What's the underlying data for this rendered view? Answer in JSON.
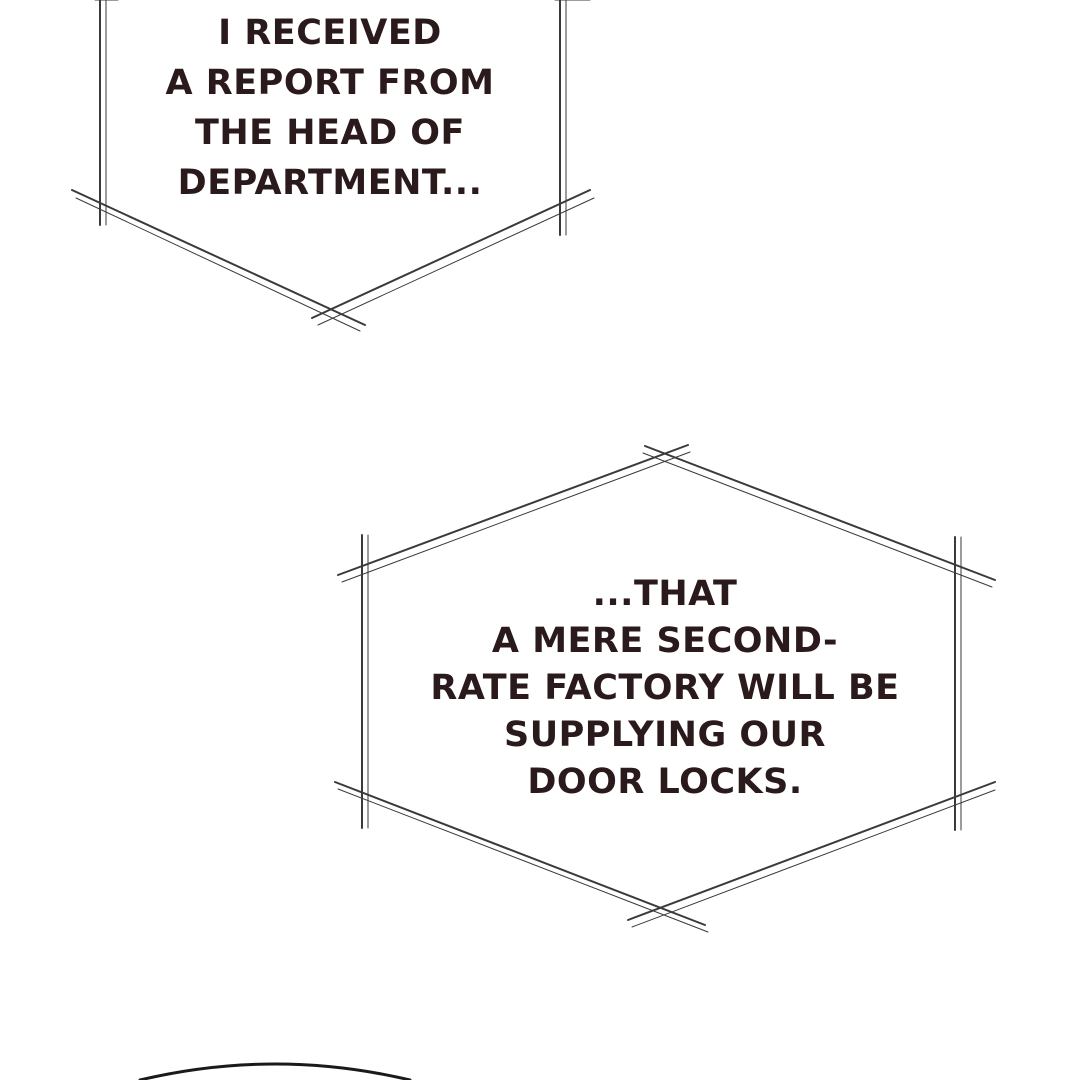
{
  "caption_boxes": [
    {
      "lines": [
        "I RECEIVED",
        "A REPORT FROM",
        "THE HEAD OF",
        "DEPARTMENT..."
      ]
    },
    {
      "lines": [
        "...THAT",
        "A MERE SECOND-",
        "RATE FACTORY WILL BE",
        "SUPPLYING OUR",
        "DOOR LOCKS."
      ]
    }
  ],
  "colors": {
    "background": "#ffffff",
    "ink": "#2a1a1c",
    "frame_line": "#3a3a3a"
  }
}
